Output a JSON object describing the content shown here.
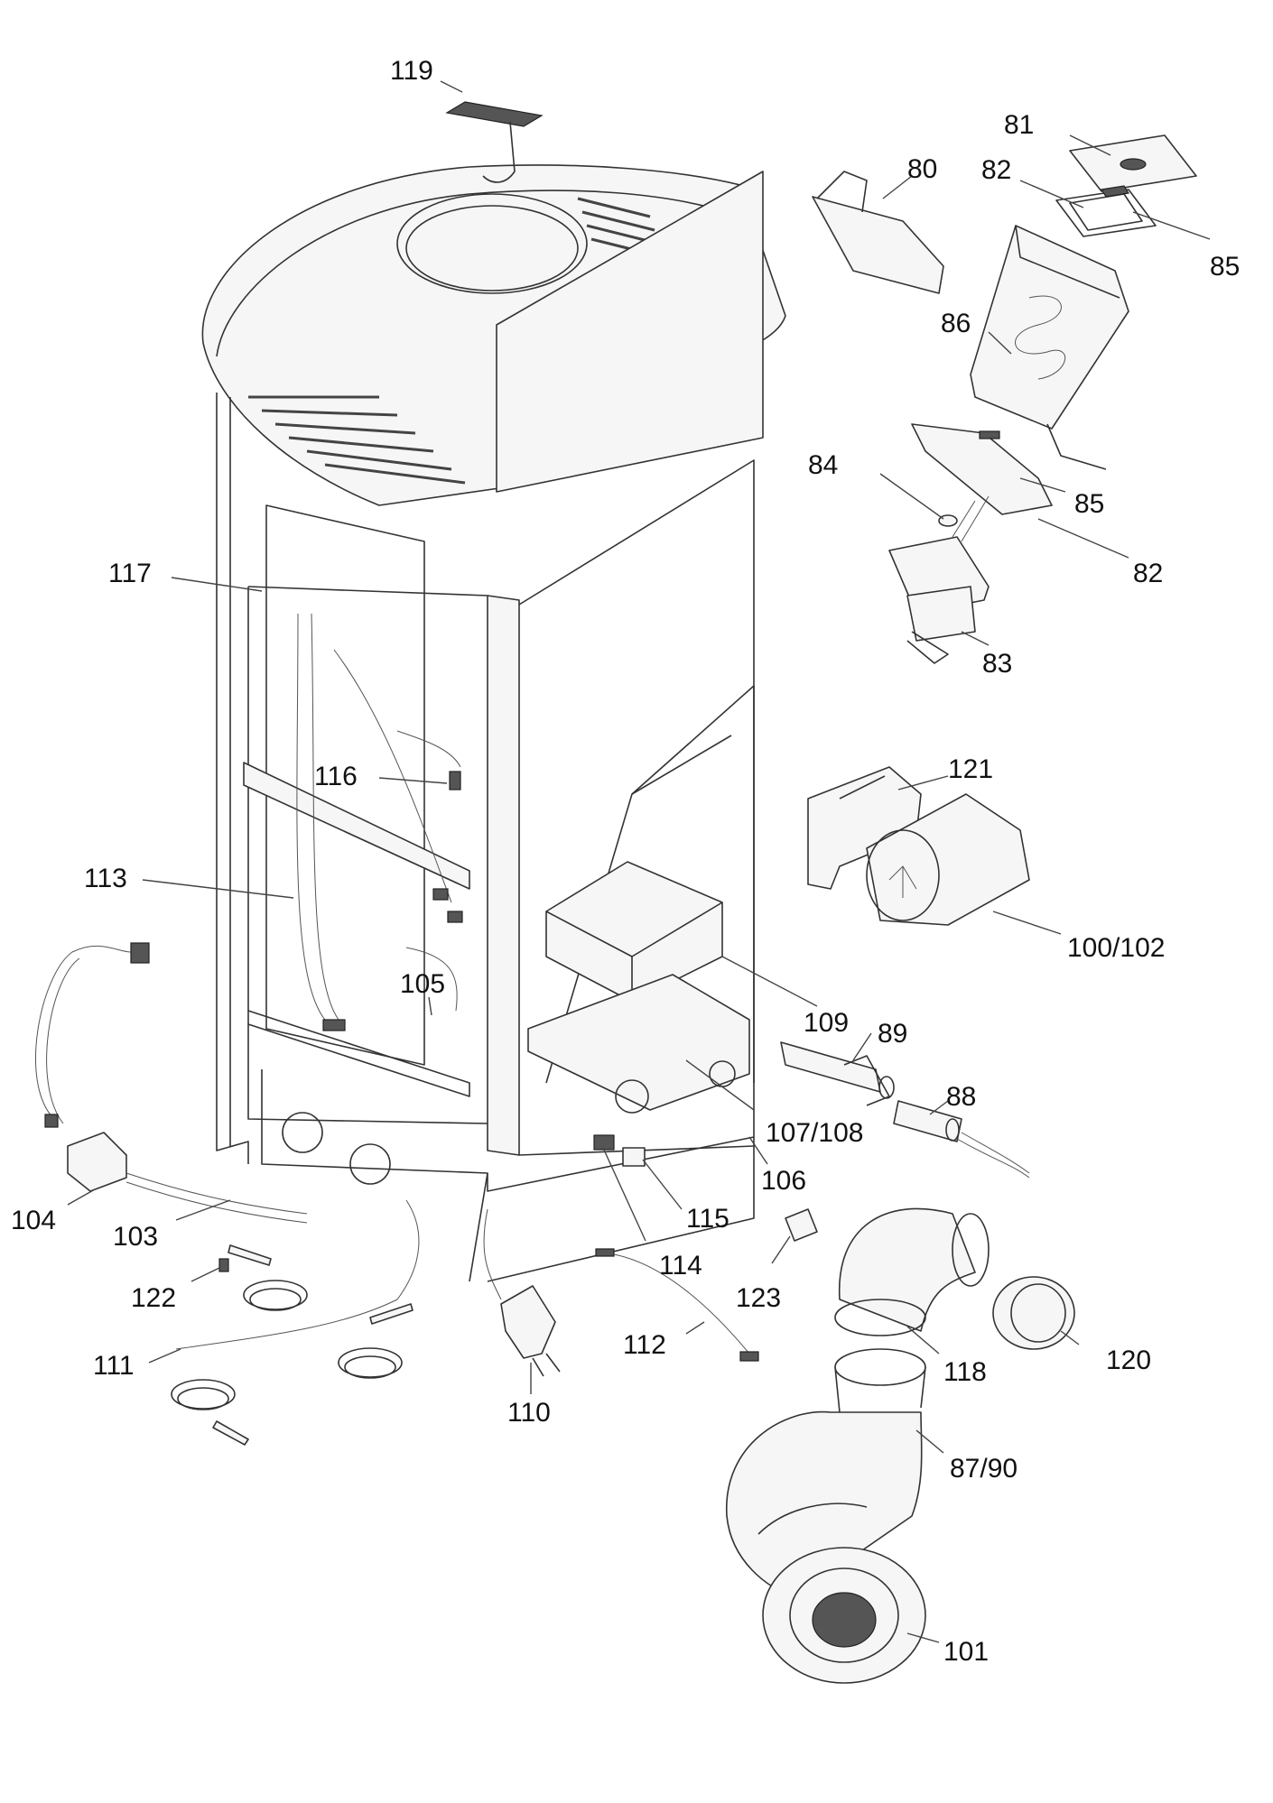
{
  "callouts": [
    "119",
    "81",
    "80",
    "82",
    "85",
    "86",
    "84",
    "85",
    "82",
    "83",
    "117",
    "116",
    "113",
    "105",
    "121",
    "100/102",
    "109",
    "89",
    "88",
    "107/108",
    "106",
    "104",
    "103",
    "115",
    "114",
    "123",
    "122",
    "112",
    "118",
    "120",
    "111",
    "110",
    "87/90",
    "101"
  ]
}
